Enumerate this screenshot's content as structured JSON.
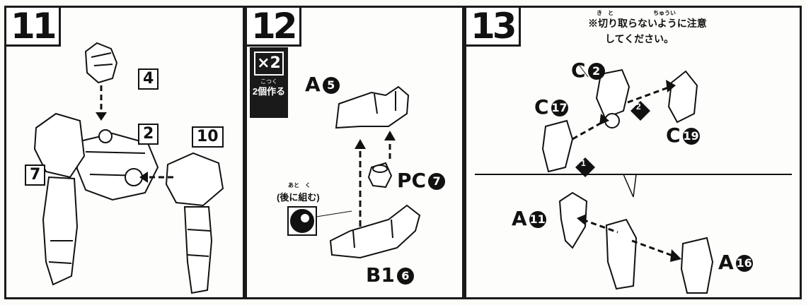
{
  "steps": [
    {
      "number": "11",
      "callouts": [
        "4",
        "2",
        "7",
        "10"
      ]
    },
    {
      "number": "12",
      "badge_multiplier": "×2",
      "badge_text": "2個作る",
      "badge_ruby": "こつく",
      "parts": {
        "a": "A",
        "a_num": "5",
        "pc": "PC",
        "pc_num": "7",
        "b": "B1",
        "b_num": "6"
      },
      "later_note": "(後に組む)",
      "later_ruby": "あと　く"
    },
    {
      "number": "13",
      "caution": "※切り取らないように注意",
      "caution2": "してください。",
      "caution_ruby": "き　と　　　　　　　ちゅうい",
      "parts": {
        "c2": "C",
        "c2_num": "2",
        "c17": "C",
        "c17_num": "17",
        "c19": "C",
        "c19_num": "19",
        "a11": "A",
        "a11_num": "11",
        "a16": "A",
        "a16_num": "16"
      },
      "order": [
        "1",
        "2"
      ]
    }
  ]
}
